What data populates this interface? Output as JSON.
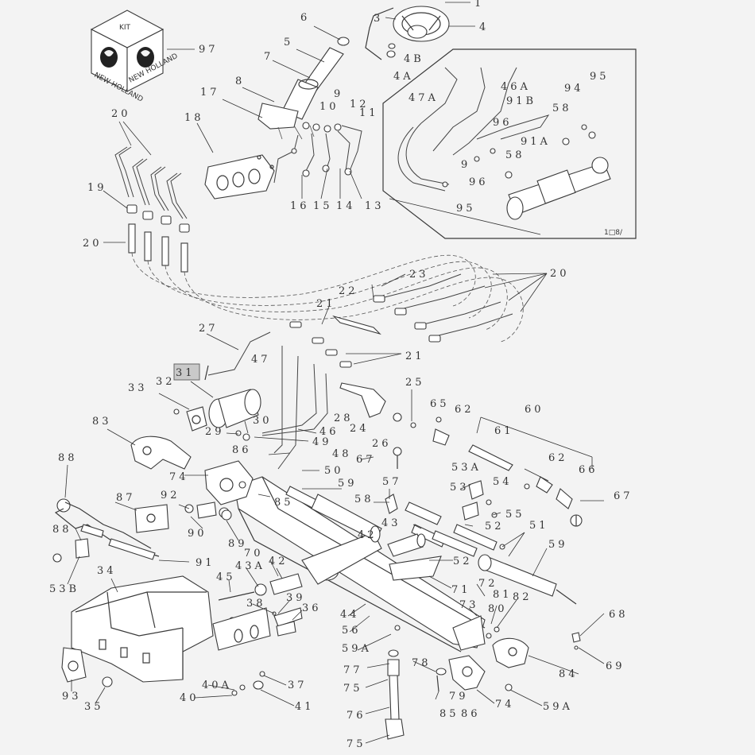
{
  "kit_box": {
    "kit_label": "KIT",
    "brand_left": "NEW HOLLAND",
    "brand_right": "NEW HOLLAND"
  },
  "reference_code": "1□8/",
  "highlighted_callout": "31",
  "callouts": [
    {
      "id": "c1",
      "label": "1"
    },
    {
      "id": "c3",
      "label": "3"
    },
    {
      "id": "c4",
      "label": "4"
    },
    {
      "id": "c4b",
      "label": "4B"
    },
    {
      "id": "c4a",
      "label": "4A"
    },
    {
      "id": "c6",
      "label": "6"
    },
    {
      "id": "c5",
      "label": "5"
    },
    {
      "id": "c7",
      "label": "7"
    },
    {
      "id": "c97",
      "label": "97"
    },
    {
      "id": "c8",
      "label": "8"
    },
    {
      "id": "c9",
      "label": "9"
    },
    {
      "id": "c10",
      "label": "10"
    },
    {
      "id": "c12",
      "label": "12"
    },
    {
      "id": "c11",
      "label": "11"
    },
    {
      "id": "c17",
      "label": "17"
    },
    {
      "id": "c18",
      "label": "18"
    },
    {
      "id": "c20a",
      "label": "20"
    },
    {
      "id": "c19",
      "label": "19"
    },
    {
      "id": "c20b",
      "label": "20"
    },
    {
      "id": "c16",
      "label": "16"
    },
    {
      "id": "c15",
      "label": "15"
    },
    {
      "id": "c14",
      "label": "14"
    },
    {
      "id": "c13",
      "label": "13"
    },
    {
      "id": "c47a",
      "label": "47A"
    },
    {
      "id": "c46a",
      "label": "46A"
    },
    {
      "id": "c94",
      "label": "94"
    },
    {
      "id": "c95a",
      "label": "95"
    },
    {
      "id": "c91b",
      "label": "91B"
    },
    {
      "id": "c58a",
      "label": "58"
    },
    {
      "id": "c96a",
      "label": "96"
    },
    {
      "id": "c91a",
      "label": "91A"
    },
    {
      "id": "c9b",
      "label": "9"
    },
    {
      "id": "c58b",
      "label": "58"
    },
    {
      "id": "c96b",
      "label": "96"
    },
    {
      "id": "c95b",
      "label": "95"
    },
    {
      "id": "c23",
      "label": "23"
    },
    {
      "id": "c20c",
      "label": "20"
    },
    {
      "id": "c22",
      "label": "22"
    },
    {
      "id": "c21a",
      "label": "21"
    },
    {
      "id": "c27",
      "label": "27"
    },
    {
      "id": "c47",
      "label": "47"
    },
    {
      "id": "c21b",
      "label": "21"
    },
    {
      "id": "c31",
      "label": "31"
    },
    {
      "id": "c33",
      "label": "33"
    },
    {
      "id": "c32",
      "label": "32"
    },
    {
      "id": "c25",
      "label": "25"
    },
    {
      "id": "c65",
      "label": "65"
    },
    {
      "id": "c62a",
      "label": "62"
    },
    {
      "id": "c60",
      "label": "60"
    },
    {
      "id": "c83",
      "label": "83"
    },
    {
      "id": "c30",
      "label": "30"
    },
    {
      "id": "c28",
      "label": "28"
    },
    {
      "id": "c24",
      "label": "24"
    },
    {
      "id": "c29",
      "label": "29"
    },
    {
      "id": "c46",
      "label": "46"
    },
    {
      "id": "c49",
      "label": "49"
    },
    {
      "id": "c26",
      "label": "26"
    },
    {
      "id": "c61",
      "label": "61"
    },
    {
      "id": "c86",
      "label": "86"
    },
    {
      "id": "c48",
      "label": "48"
    },
    {
      "id": "c67a",
      "label": "67"
    },
    {
      "id": "c62b",
      "label": "62"
    },
    {
      "id": "c66",
      "label": "66"
    },
    {
      "id": "c88a",
      "label": "88"
    },
    {
      "id": "c74a",
      "label": "74"
    },
    {
      "id": "c50",
      "label": "50"
    },
    {
      "id": "c53a",
      "label": "53A"
    },
    {
      "id": "c59a",
      "label": "59"
    },
    {
      "id": "c57",
      "label": "57"
    },
    {
      "id": "c53",
      "label": "53"
    },
    {
      "id": "c54",
      "label": "54"
    },
    {
      "id": "c67b",
      "label": "67"
    },
    {
      "id": "c87",
      "label": "87"
    },
    {
      "id": "c92",
      "label": "92"
    },
    {
      "id": "c85",
      "label": "85"
    },
    {
      "id": "c58c",
      "label": "58"
    },
    {
      "id": "c55",
      "label": "55"
    },
    {
      "id": "c43",
      "label": "43"
    },
    {
      "id": "c52a",
      "label": "52"
    },
    {
      "id": "c51",
      "label": "51"
    },
    {
      "id": "c88b",
      "label": "88"
    },
    {
      "id": "c90",
      "label": "90"
    },
    {
      "id": "c89",
      "label": "89"
    },
    {
      "id": "c42a",
      "label": "42"
    },
    {
      "id": "c70",
      "label": "70"
    },
    {
      "id": "c59b",
      "label": "59"
    },
    {
      "id": "c91",
      "label": "91"
    },
    {
      "id": "c53b",
      "label": "53B"
    },
    {
      "id": "c34",
      "label": "34"
    },
    {
      "id": "c43a",
      "label": "43A"
    },
    {
      "id": "c42b",
      "label": "42"
    },
    {
      "id": "c52b",
      "label": "52"
    },
    {
      "id": "c45",
      "label": "45"
    },
    {
      "id": "c71",
      "label": "71"
    },
    {
      "id": "c72",
      "label": "72"
    },
    {
      "id": "c38",
      "label": "38"
    },
    {
      "id": "c39",
      "label": "39"
    },
    {
      "id": "c36",
      "label": "36"
    },
    {
      "id": "c73",
      "label": "73"
    },
    {
      "id": "c81",
      "label": "81"
    },
    {
      "id": "c82",
      "label": "82"
    },
    {
      "id": "c80",
      "label": "80"
    },
    {
      "id": "c44",
      "label": "44"
    },
    {
      "id": "c68",
      "label": "68"
    },
    {
      "id": "c56",
      "label": "56"
    },
    {
      "id": "c59a2",
      "label": "59A"
    },
    {
      "id": "c69",
      "label": "69"
    },
    {
      "id": "c77",
      "label": "77"
    },
    {
      "id": "c78",
      "label": "78"
    },
    {
      "id": "c84",
      "label": "84"
    },
    {
      "id": "c93",
      "label": "93"
    },
    {
      "id": "c40a",
      "label": "40A"
    },
    {
      "id": "c37",
      "label": "37"
    },
    {
      "id": "c75a",
      "label": "75"
    },
    {
      "id": "c79",
      "label": "79"
    },
    {
      "id": "c40",
      "label": "40"
    },
    {
      "id": "c41",
      "label": "41"
    },
    {
      "id": "c35",
      "label": "35"
    },
    {
      "id": "c74b",
      "label": "74"
    },
    {
      "id": "c59a3",
      "label": "59A"
    },
    {
      "id": "c85b",
      "label": "85"
    },
    {
      "id": "c86b",
      "label": "86"
    },
    {
      "id": "c76",
      "label": "76"
    },
    {
      "id": "c75b",
      "label": "75"
    }
  ]
}
